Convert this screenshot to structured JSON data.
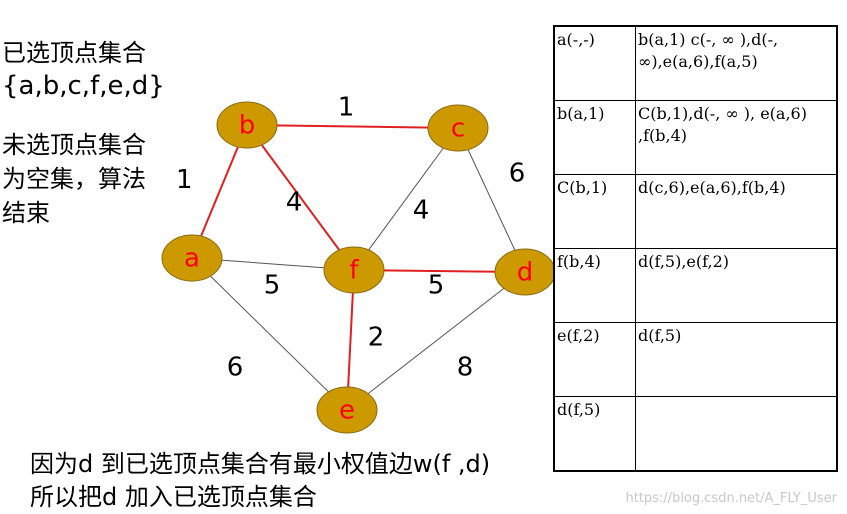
{
  "left_panel": {
    "selected_title": "已选顶点集合",
    "selected_set": "{a,b,c,f,e,d}",
    "unselected_text": "未选顶点集合\n为空集，算法\n结束",
    "algo_number": "1"
  },
  "graph": {
    "nodes": [
      {
        "id": "a",
        "label": "a"
      },
      {
        "id": "b",
        "label": "b"
      },
      {
        "id": "c",
        "label": "c"
      },
      {
        "id": "d",
        "label": "d"
      },
      {
        "id": "e",
        "label": "e"
      },
      {
        "id": "f",
        "label": "f"
      }
    ],
    "edges": [
      {
        "from": "b",
        "to": "c",
        "weight": "1",
        "in_tree": true
      },
      {
        "from": "a",
        "to": "b",
        "weight": "",
        "in_tree": true
      },
      {
        "from": "b",
        "to": "f",
        "weight": "4",
        "in_tree": true
      },
      {
        "from": "c",
        "to": "f",
        "weight": "4",
        "in_tree": false
      },
      {
        "from": "c",
        "to": "d",
        "weight": "6",
        "in_tree": false
      },
      {
        "from": "a",
        "to": "f",
        "weight": "5",
        "in_tree": false
      },
      {
        "from": "f",
        "to": "d",
        "weight": "5",
        "in_tree": true
      },
      {
        "from": "f",
        "to": "e",
        "weight": "2",
        "in_tree": true
      },
      {
        "from": "a",
        "to": "e",
        "weight": "6",
        "in_tree": false
      },
      {
        "from": "e",
        "to": "d",
        "weight": "8",
        "in_tree": false
      }
    ],
    "colors": {
      "node_fill": "#cc9900",
      "node_stroke": "#8a6a10",
      "label": "#ff0000",
      "tree_edge": "#e02020",
      "edge": "#555555"
    }
  },
  "table": {
    "rows": [
      {
        "vertex": "a(-,-)",
        "candidates": "b(a,1)  c(-, ∞ ),d(-, ∞),e(a,6),f(a,5)"
      },
      {
        "vertex": "b(a,1)",
        "candidates": "C(b,1),d(-,  ∞ ), e(a,6) ,f(b,4)"
      },
      {
        "vertex": "C(b,1)",
        "candidates": "d(c,6),e(a,6),f(b,4)"
      },
      {
        "vertex": "f(b,4)",
        "candidates": "d(f,5),e(f,2)"
      },
      {
        "vertex": "e(f,2)",
        "candidates": "d(f,5)"
      },
      {
        "vertex": "d(f,5)",
        "candidates": ""
      }
    ]
  },
  "bottom": {
    "line1": "因为d 到已选顶点集合有最小权值边w(f ,d)",
    "line2": "所以把d 加入已选顶点集合"
  },
  "watermark": "https://blog.csdn.net/A_FLY_User"
}
